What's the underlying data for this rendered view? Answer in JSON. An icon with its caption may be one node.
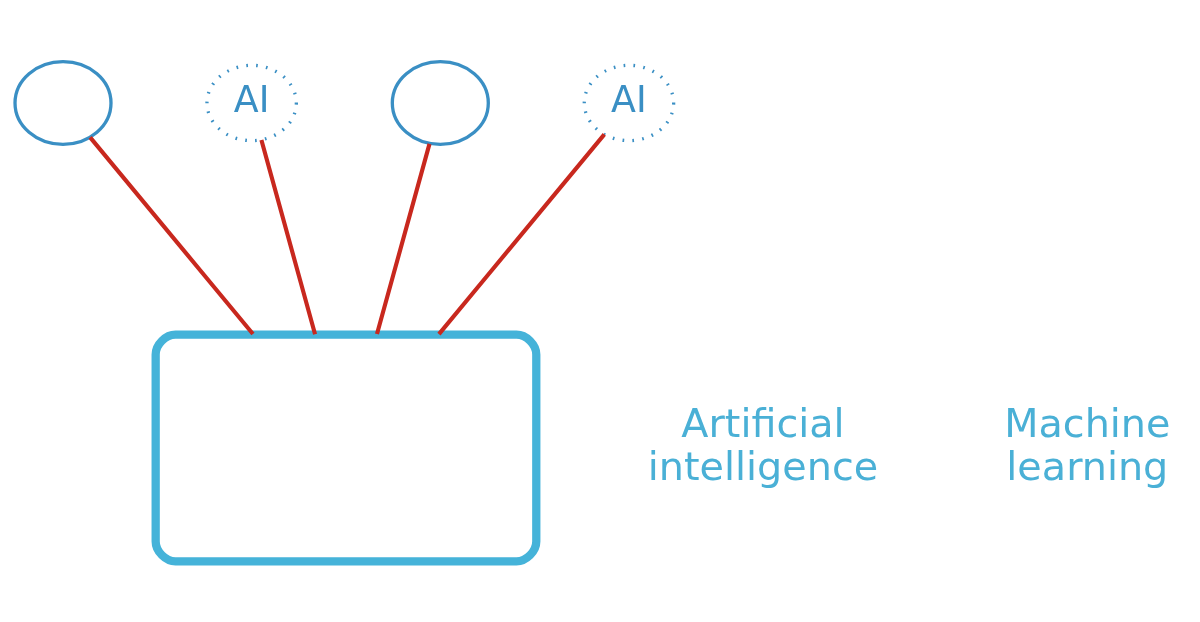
{
  "diagram": {
    "nodes": [
      {
        "text": [],
        "shape": "brain"
      },
      {
        "text": [
          "AI"
        ]
      },
      {
        "text": [],
        "shape": "brain"
      },
      {
        "text": [
          "AI"
        ]
      },
      {
        "text": [],
        "shape": "monitor"
      }
    ],
    "edges": [
      {
        "from": 0,
        "to": 4,
        "arrow": "none"
      },
      {
        "from": 1,
        "to": 4,
        "arrow": "none"
      },
      {
        "from": 2,
        "to": 4,
        "arrow": "none"
      },
      {
        "from": 3,
        "to": 4,
        "arrow": "none"
      }
    ],
    "labels": [
      "Artificial intelligence",
      "Machine learning"
    ]
  }
}
